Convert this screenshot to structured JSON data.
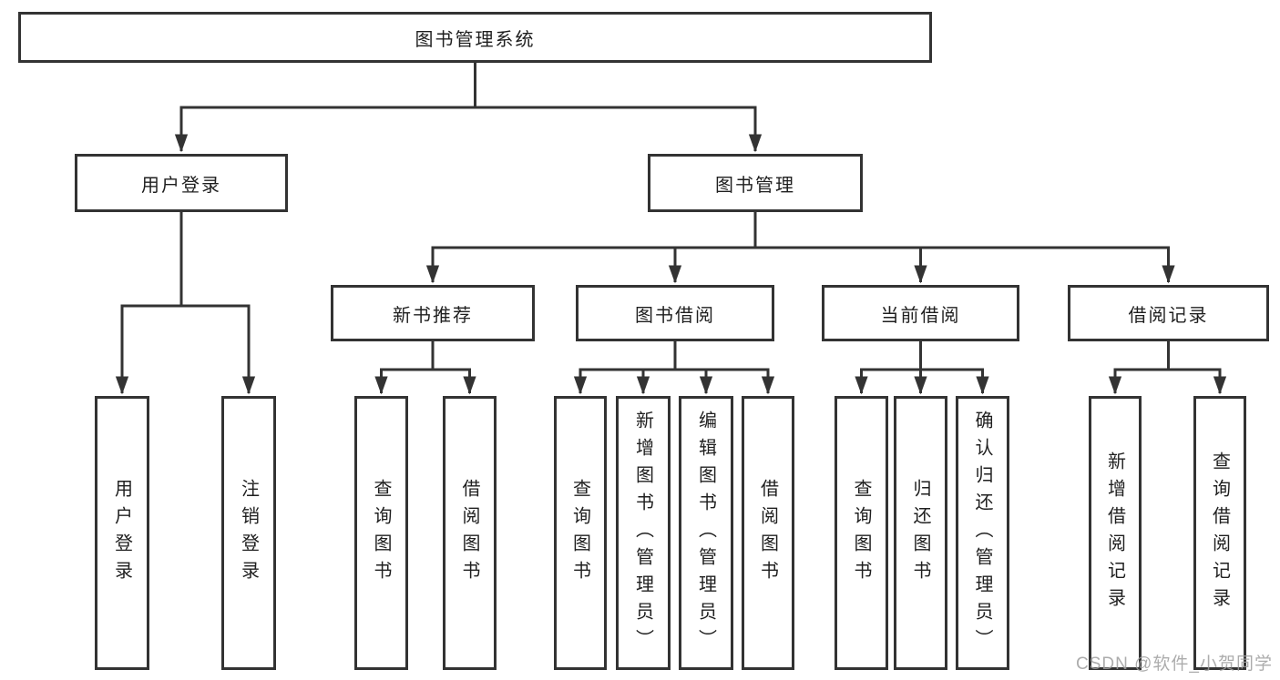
{
  "diagram": {
    "title": "图书管理系统",
    "nodes": {
      "root": "图书管理系统",
      "user_login": "用户登录",
      "book_mgmt": "图书管理",
      "new_book_rec": "新书推荐",
      "book_borrow": "图书借阅",
      "current_borrow": "当前借阅",
      "borrow_record": "借阅记录",
      "leaf_user_login": "用户登录",
      "leaf_logout": "注销登录",
      "leaf_query_book_1": "查询图书",
      "leaf_borrow_book_1": "借阅图书",
      "leaf_query_book_2": "查询图书",
      "leaf_add_book": "新增图书（管理员）",
      "leaf_edit_book": "编辑图书（管理员）",
      "leaf_borrow_book_2": "借阅图书",
      "leaf_query_book_3": "查询图书",
      "leaf_return_book": "归还图书",
      "leaf_confirm_return": "确认归还（管理员）",
      "leaf_add_record": "新增借阅记录",
      "leaf_query_record": "查询借阅记录"
    },
    "colors": {
      "background": "#ffffff",
      "box_fill": "#ffffff",
      "box_border": "#333333",
      "line": "#333333",
      "text": "#1f1f1f",
      "watermark": "#9e9e9e"
    }
  },
  "watermark": {
    "text": "CSDN @软件_小贺同学"
  }
}
